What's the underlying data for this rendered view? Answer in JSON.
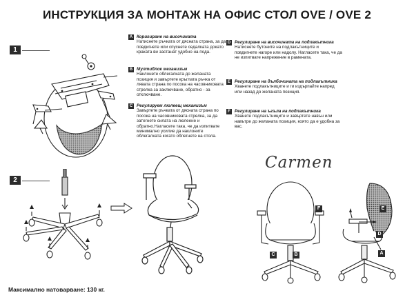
{
  "title": "ИНСТРУКЦИЯ ЗА МОНТАЖ НА ОФИС СТОЛ OVE / OVE 2",
  "steps": [
    {
      "number": "1"
    },
    {
      "number": "2"
    }
  ],
  "instructions": [
    {
      "letter": "A",
      "heading": "Коригиране на височината",
      "body": "Натиснете ръчката от дясната страна, за да повдигнете или спуснете седалката докато краката ви застанат удобно на пода."
    },
    {
      "letter": "B",
      "heading": "Мултиблок механизъм",
      "body": "Наклонете облегалката до желаната позиция и завъртете кръглата ръчка от лявата страна по посока на часовниковата стрелка за заключване, обратно - за отключване."
    },
    {
      "letter": "C",
      "heading": "Регулируем люлеещ механизъм",
      "body": "Завъртете ръчката от дясната страна по посока на часовниковата стрелка, за да затегнете силата на люлеене и обратно.Нагласете така, че да изпитвате минимално усилие да наклоните облегалката когато облегнете на стола."
    },
    {
      "letter": "D",
      "heading": "Регулиране на височината на подлакътника",
      "body": "Натиснете бутоните на подлакътниците и повдигнете нагоре или надолу. Нагласете така, че да не изпитвате напрежение в рамената."
    },
    {
      "letter": "E",
      "heading": "Регулиране на дълбочината на подлакътника",
      "body": "Хванете подлакътниците и ги издърпайте напред или назад до желаната позиция."
    },
    {
      "letter": "F",
      "heading": "Регулиране на ъгъла на подлакътника",
      "body": "Хванете подлакътниците и завъртете навън или навътре до желаната позиция, която да е удобна за вас."
    }
  ],
  "brand": "Carmen",
  "max_load": "Максимално натоварване: 130 кг.",
  "part_labels": {
    "a": "A",
    "b": "B",
    "c": "C",
    "d": "D",
    "e": "E",
    "f": "F"
  }
}
